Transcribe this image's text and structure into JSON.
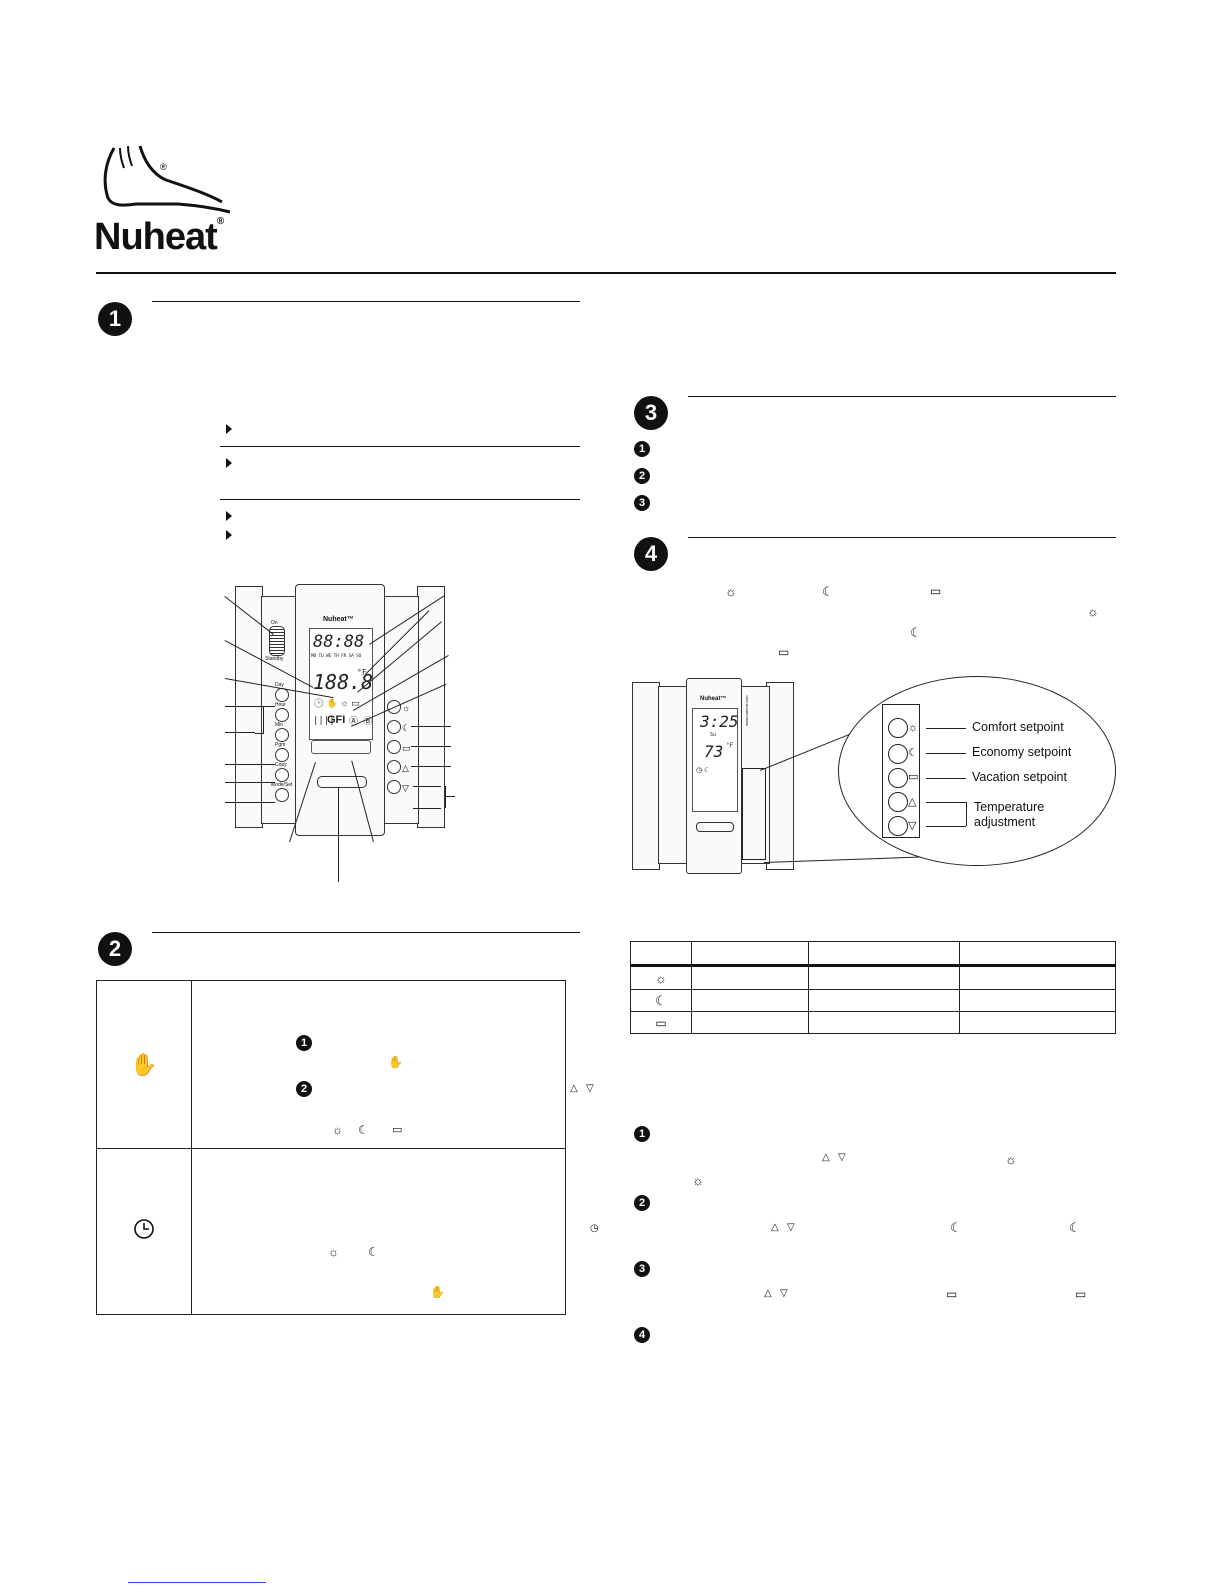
{
  "brand": {
    "name": "Nuheat",
    "registered_mark": "®"
  },
  "sections": {
    "s1": {
      "badge": "1"
    },
    "s2": {
      "badge": "2"
    },
    "s3": {
      "badge": "3",
      "steps": [
        "1",
        "2",
        "3"
      ]
    },
    "s4": {
      "badge": "4",
      "steps": [
        "1",
        "2",
        "3",
        "4"
      ]
    }
  },
  "left_device": {
    "lcd_time": "88:88",
    "lcd_days": "MO TU WE TH FR SA SU",
    "lcd_temp": "188.8",
    "lcd_unit": "°F",
    "lcd_gfi": "GFI",
    "lcd_ab": "Ⓐ Ⓑ",
    "lcd_heat_symbol": "||||",
    "logo_text": "Nuheat™",
    "slider_top": "On",
    "slider_bottom": "Standby",
    "left_buttons": [
      "Day",
      "Hour",
      "Min",
      "Pgm",
      "Copy",
      "Mode/Set"
    ]
  },
  "right_device": {
    "lcd_time": "3:25",
    "lcd_day": "Su",
    "lcd_temp": "73",
    "lcd_unit": "°F",
    "logo_text": "Nuheat™",
    "side_text": "www.nuheat.com",
    "callouts": [
      "Comfort setpoint",
      "Economy setpoint",
      "Vacation setpoint",
      "Temperature",
      "adjustment"
    ]
  },
  "setpoint_table": {
    "rows": [
      {
        "icon": "sun-icon"
      },
      {
        "icon": "moon-icon"
      },
      {
        "icon": "suitcase-icon"
      }
    ]
  },
  "feature_table": {
    "rows": [
      {
        "icon": "hand-icon",
        "steps": [
          "1",
          "2"
        ]
      },
      {
        "icon": "clock-icon"
      }
    ]
  },
  "colors": {
    "ink": "#111111",
    "footer_link": "#2a4fd8"
  }
}
